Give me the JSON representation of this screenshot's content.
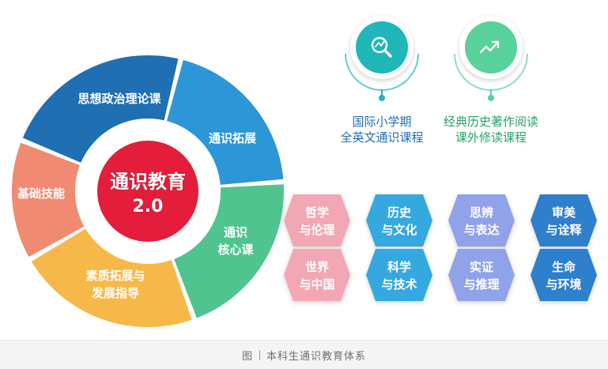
{
  "wheel": {
    "center_title": "通识教育",
    "center_version": "2.0",
    "segments": [
      {
        "lines": [
          "思想政治理论课"
        ],
        "color": "#1f6fb2"
      },
      {
        "lines": [
          "通识拓展"
        ],
        "color": "#2d96d6"
      },
      {
        "lines": [
          "通识",
          "核心课"
        ],
        "color": "#4fc48f"
      },
      {
        "lines": [
          "素质拓展与",
          "发展指导"
        ],
        "color": "#f7b84a"
      },
      {
        "lines": [
          "基础技能"
        ],
        "color": "#f08a70"
      }
    ],
    "colors": {
      "center": "#e31d3a",
      "ring_gap": "#ffffff"
    }
  },
  "programs": [
    {
      "lines": [
        "国际小学期",
        "全英文通识课程"
      ],
      "icon": "magnifier-chart-icon",
      "color": "#1fb7b9",
      "text_color": "#1f6fb2"
    },
    {
      "lines": [
        "经典历史著作阅读",
        "课外修读课程"
      ],
      "icon": "trend-line-icon",
      "color": "#59d19a",
      "text_color": "#27a36a"
    }
  ],
  "modules": [
    {
      "lines": [
        "哲学",
        "与伦理"
      ],
      "color": "#f3a6b3"
    },
    {
      "lines": [
        "历史",
        "与文化"
      ],
      "color": "#35a8e0"
    },
    {
      "lines": [
        "思辨",
        "与表达"
      ],
      "color": "#8fa2ea"
    },
    {
      "lines": [
        "审美",
        "与诠释"
      ],
      "color": "#2f7fcc"
    },
    {
      "lines": [
        "世界",
        "与中国"
      ],
      "color": "#f3a6b3"
    },
    {
      "lines": [
        "科学",
        "与技术"
      ],
      "color": "#35a8e0"
    },
    {
      "lines": [
        "实证",
        "与推理"
      ],
      "color": "#8fa2ea"
    },
    {
      "lines": [
        "生命",
        "与环境"
      ],
      "color": "#2f7fcc"
    }
  ],
  "caption": {
    "prefix": "图",
    "text": "本科生通识教育体系"
  }
}
